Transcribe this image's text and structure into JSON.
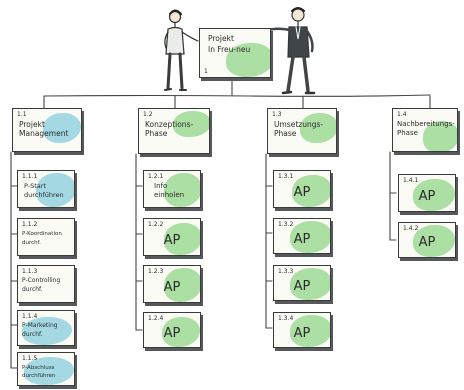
{
  "root": {
    "title": "Projekt\nIn Freu-neu",
    "number": "1"
  },
  "phases": [
    {
      "code": "1.1",
      "label": "Projekt\nManagement",
      "tasks": [
        {
          "code": "1.1.1",
          "label": "P-Start\ndurchführen"
        },
        {
          "code": "1.1.2",
          "label": "P-Koordination\ndurchf."
        },
        {
          "code": "1.1.3",
          "label": "P-Controlling\ndurchf."
        },
        {
          "code": "1.1.4",
          "label": "P-Marketing\ndurchf."
        },
        {
          "code": "1.1.5",
          "label": "P-Abschluss\ndurchführen"
        }
      ]
    },
    {
      "code": "1.2",
      "label": "Konzeptions-\nPhase",
      "tasks": [
        {
          "code": "1.2.1",
          "label": "Info\neinholen"
        },
        {
          "code": "1.2.2",
          "label": "AP"
        },
        {
          "code": "1.2.3",
          "label": "AP"
        },
        {
          "code": "1.2.4",
          "label": "AP"
        }
      ]
    },
    {
      "code": "1.3",
      "label": "Umsetzungs-\nPhase",
      "tasks": [
        {
          "code": "1.3.1",
          "label": "AP"
        },
        {
          "code": "1.3.2",
          "label": "AP"
        },
        {
          "code": "1.3.3",
          "label": "AP"
        },
        {
          "code": "1.3.4",
          "label": "AP"
        }
      ]
    },
    {
      "code": "1.4",
      "label": "Nachbereitungs-\nPhase",
      "tasks": [
        {
          "code": "1.4.1",
          "label": "AP"
        },
        {
          "code": "1.4.2",
          "label": "AP"
        }
      ]
    }
  ],
  "colors": {
    "green_wash": "#6cc85f",
    "blue_wash": "#5cbed6",
    "ink": "#2b2b2b",
    "shadow": "#55595c"
  },
  "figures": [
    "woman-figure",
    "man-figure-pointing"
  ]
}
